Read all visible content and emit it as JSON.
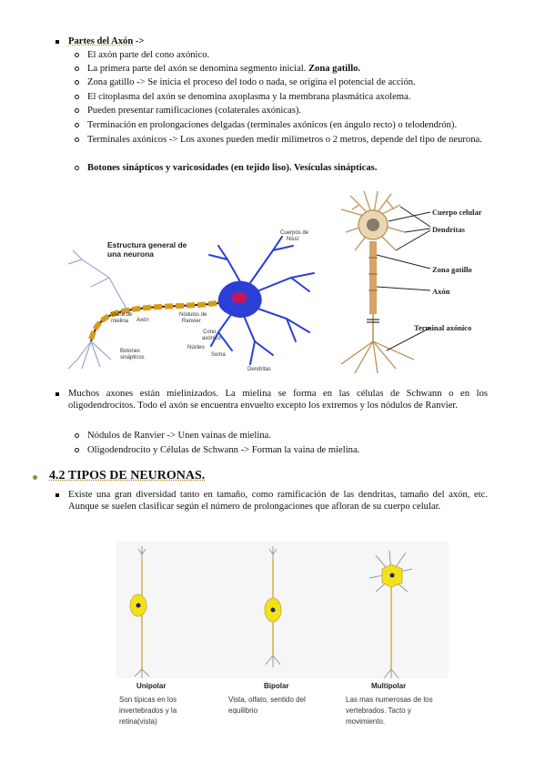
{
  "section1": {
    "title": "Partes del Axón",
    "title_suffix": " ->",
    "items": [
      "El axón parte del cono axónico.",
      "La primera parte del axón se denomina segmento inicial. ",
      "Zona gatillo -> Se inicia el proceso del todo o nada, se origina el potencial de acción.",
      "El citoplasma del axón se denomina axoplasma y la membrana plasmática axolema.",
      "Pueden presentar ramificaciones (colaterales axónicas).",
      "Terminación en prolongaciones delgadas (terminales axónicos (en ángulo recto) o telodendrón).",
      "Terminales axónicos -> Los axones pueden medir milímetros o 2 metros, depende del tipo de neurona.",
      "Botones sinápticos y varicosidades (en tejido liso). Vesículas sinápticas."
    ],
    "item2_bold": "Zona gatillo."
  },
  "figure1": {
    "title_line1": "Estructura general de",
    "title_line2": "una neurona",
    "labels": {
      "cuerpos_nissl_1": "Cuerpos de",
      "cuerpos_nissl_2": "Nissl",
      "vaina_1": "Vaina de",
      "vaina_2": "mielina",
      "axon": "Axón",
      "nodulos_1": "Nódulos de",
      "nodulos_2": "Ranvier",
      "cono_1": "Cono",
      "cono_2": "axónico",
      "nucleo": "Núcleo",
      "soma": "Soma",
      "dendritas": "Dendritas",
      "botones_1": "Botones",
      "botones_2": "sinápticos"
    }
  },
  "figure2": {
    "cuerpo": "Cuerpo celular",
    "dendritas": "Dendritas",
    "zona": "Zona gatillo",
    "axon": "Axón",
    "terminal": "Terminal axónico"
  },
  "section2": {
    "text": "Muchos axones están mielinizados. La mielina se forma en las células de Schwann o en los oligodendrocitos. Todo el axón se encuentra envuelto excepto los extremos y los nódulos de Ranvier.",
    "items": [
      "Nódulos de Ranvier -> Unen vainas de mielina.",
      "Oligodendrocito y Células de Schwann -> Forman la vaina de mielina."
    ]
  },
  "section3": {
    "heading": "4.2 TIPOS DE NEURONAS.",
    "text": "Existe una gran diversidad tanto en tamaño, como ramificación de las dendritas, tamaño del axón, etc. Aunque se suelen clasificar según el número de prolongaciones que afloran de su cuerpo celular."
  },
  "figure3": {
    "unipolar_title": "Unipolar",
    "unipolar_1": "Son típicas en los",
    "unipolar_2": "invertebrados y la",
    "unipolar_3": "retina(vista)",
    "bipolar_title": "Bipolar",
    "bipolar_1": "Vista, olfato, sentido del",
    "bipolar_2": "equilibrio",
    "multipolar_title": "Multipolar",
    "multipolar_1": "Las mas numerosas de los",
    "multipolar_2": "vertebrados.  Tacto y",
    "multipolar_3": "movimiento."
  },
  "colors": {
    "neuron_blue": "#2a3fd6",
    "myelin": "#d99a1c",
    "yellow_cell": "#f2e21a",
    "accent_green": "#7a9b3b"
  }
}
